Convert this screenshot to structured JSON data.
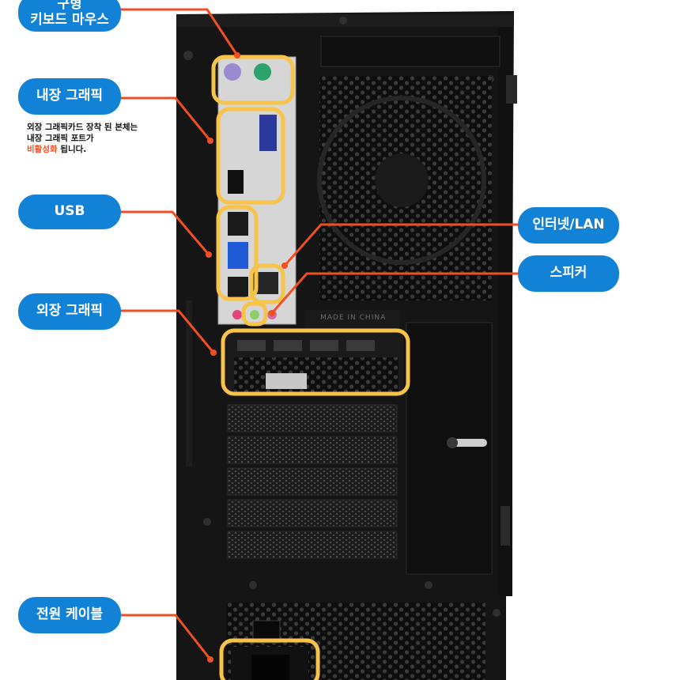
{
  "callouts": {
    "ps2": {
      "line1": "구형",
      "line2": "키보드 마우스"
    },
    "integrated": "내장 그래픽",
    "usb": "USB",
    "discrete": "외장 그래픽",
    "lan": "인터넷/LAN",
    "speaker": "스피커",
    "power": "전원 케이블"
  },
  "note": {
    "line1": "외장 그래픽카드 장착 된 본체는",
    "line2": "내장 그래픽 포트가",
    "highlight": "비활성화",
    "tail": " 됩니다."
  },
  "case_markings": {
    "made_in": "MADE IN CHINA"
  },
  "colors": {
    "callout_bg": "#1282d6",
    "leader_line": "#f04e23",
    "highlight_box": "#f7c348",
    "case_body": "#151515"
  }
}
